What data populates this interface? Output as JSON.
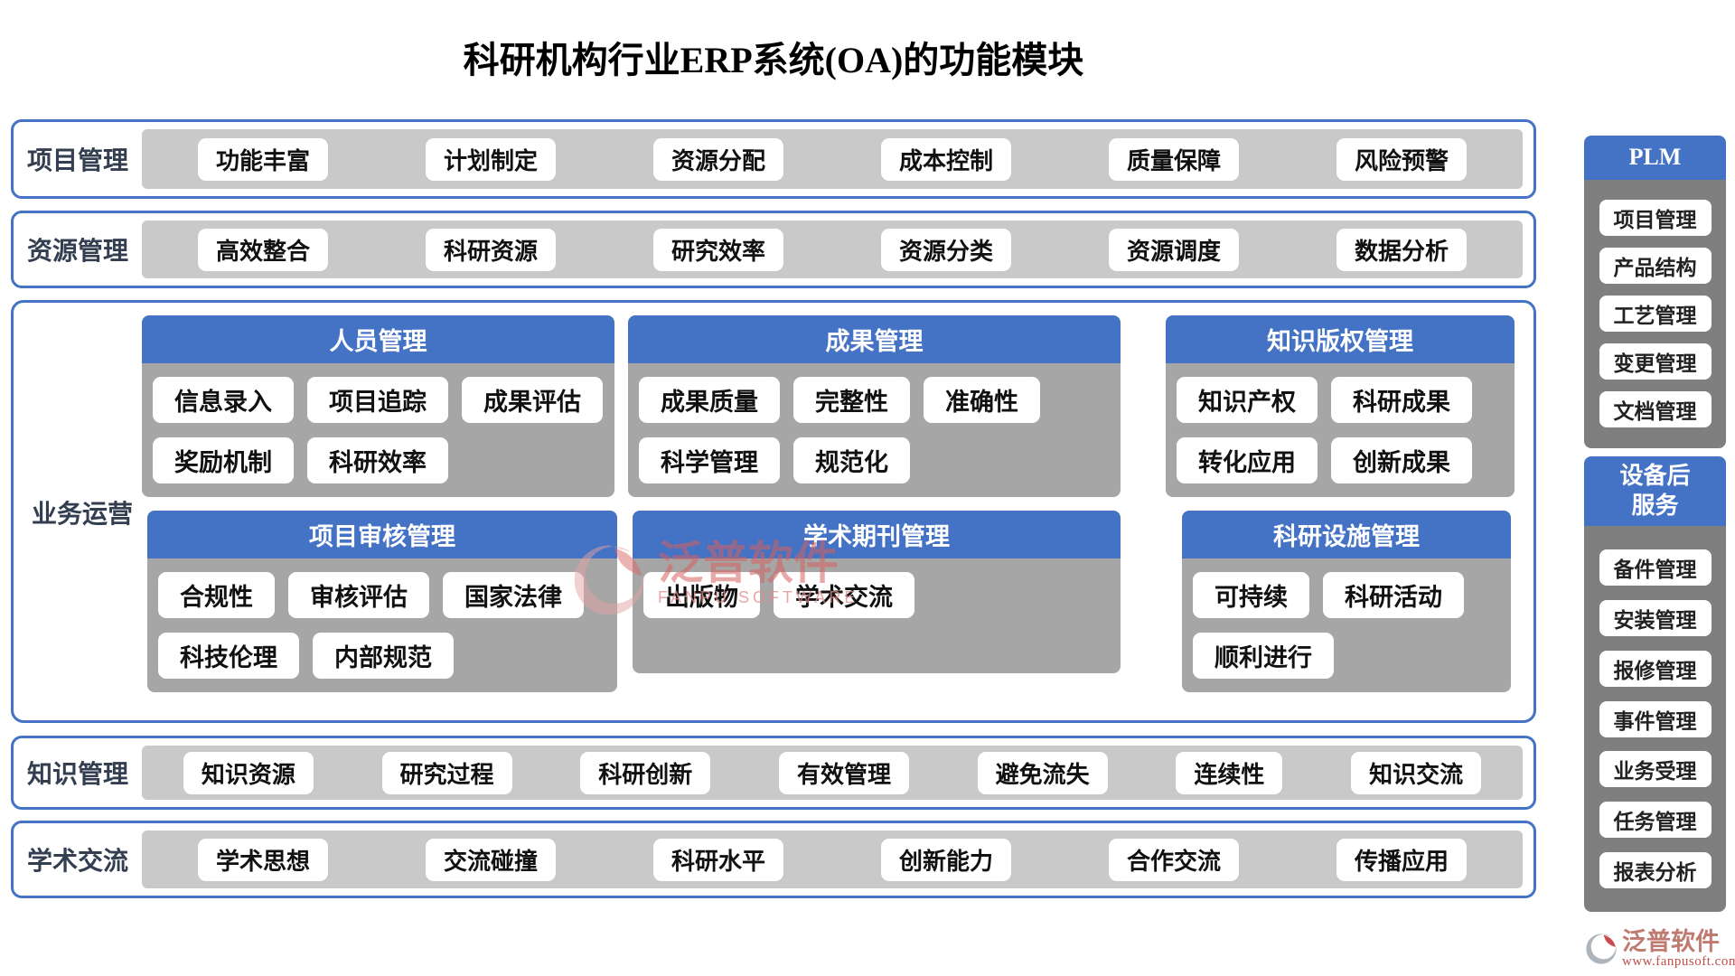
{
  "title": "科研机构行业ERP系统(OA)的功能模块",
  "colors": {
    "accent_blue": "#4472C4",
    "band_gray": "#C9C9C9",
    "panel_gray": "#A6A6A6",
    "sidebar_gray": "#7F7F7F",
    "label_navy": "#333F50",
    "watermark_red": "#E06666",
    "brand_red": "#C0504D"
  },
  "bands": [
    {
      "label": "项目管理",
      "items": [
        "功能丰富",
        "计划制定",
        "资源分配",
        "成本控制",
        "质量保障",
        "风险预警"
      ]
    },
    {
      "label": "资源管理",
      "items": [
        "高效整合",
        "科研资源",
        "研究效率",
        "资源分类",
        "资源调度",
        "数据分析"
      ]
    },
    {
      "label": "知识管理",
      "items": [
        "知识资源",
        "研究过程",
        "科研创新",
        "有效管理",
        "避免流失",
        "连续性",
        "知识交流"
      ]
    },
    {
      "label": "学术交流",
      "items": [
        "学术思想",
        "交流碰撞",
        "科研水平",
        "创新能力",
        "合作交流",
        "传播应用"
      ]
    }
  ],
  "business": {
    "label": "业务运营",
    "panels": [
      {
        "title": "人员管理",
        "items": [
          "信息录入",
          "项目追踪",
          "成果评估",
          "奖励机制",
          "科研效率"
        ]
      },
      {
        "title": "成果管理",
        "items": [
          "成果质量",
          "完整性",
          "准确性",
          "科学管理",
          "规范化"
        ]
      },
      {
        "title": "知识版权管理",
        "items": [
          "知识产权",
          "科研成果",
          "转化应用",
          "创新成果"
        ]
      },
      {
        "title": "项目审核管理",
        "items": [
          "合规性",
          "审核评估",
          "国家法律",
          "科技伦理",
          "内部规范"
        ]
      },
      {
        "title": "学术期刊管理",
        "items": [
          "出版物",
          "学术交流"
        ]
      },
      {
        "title": "科研设施管理",
        "items": [
          "可持续",
          "科研活动",
          "顺利进行"
        ]
      }
    ]
  },
  "sidebar": {
    "panels": [
      {
        "title": "PLM",
        "items": [
          "项目管理",
          "产品结构",
          "工艺管理",
          "变更管理",
          "文档管理"
        ]
      },
      {
        "title": "设备后服务",
        "items": [
          "备件管理",
          "安装管理",
          "报修管理",
          "事件管理",
          "业务受理",
          "任务管理",
          "报表分析"
        ]
      }
    ]
  },
  "watermark": {
    "name": "泛普软件",
    "sub": "FANPU SOFTWARE"
  },
  "brand": {
    "name": "泛普软件",
    "url": "www.fanpusoft.com"
  }
}
